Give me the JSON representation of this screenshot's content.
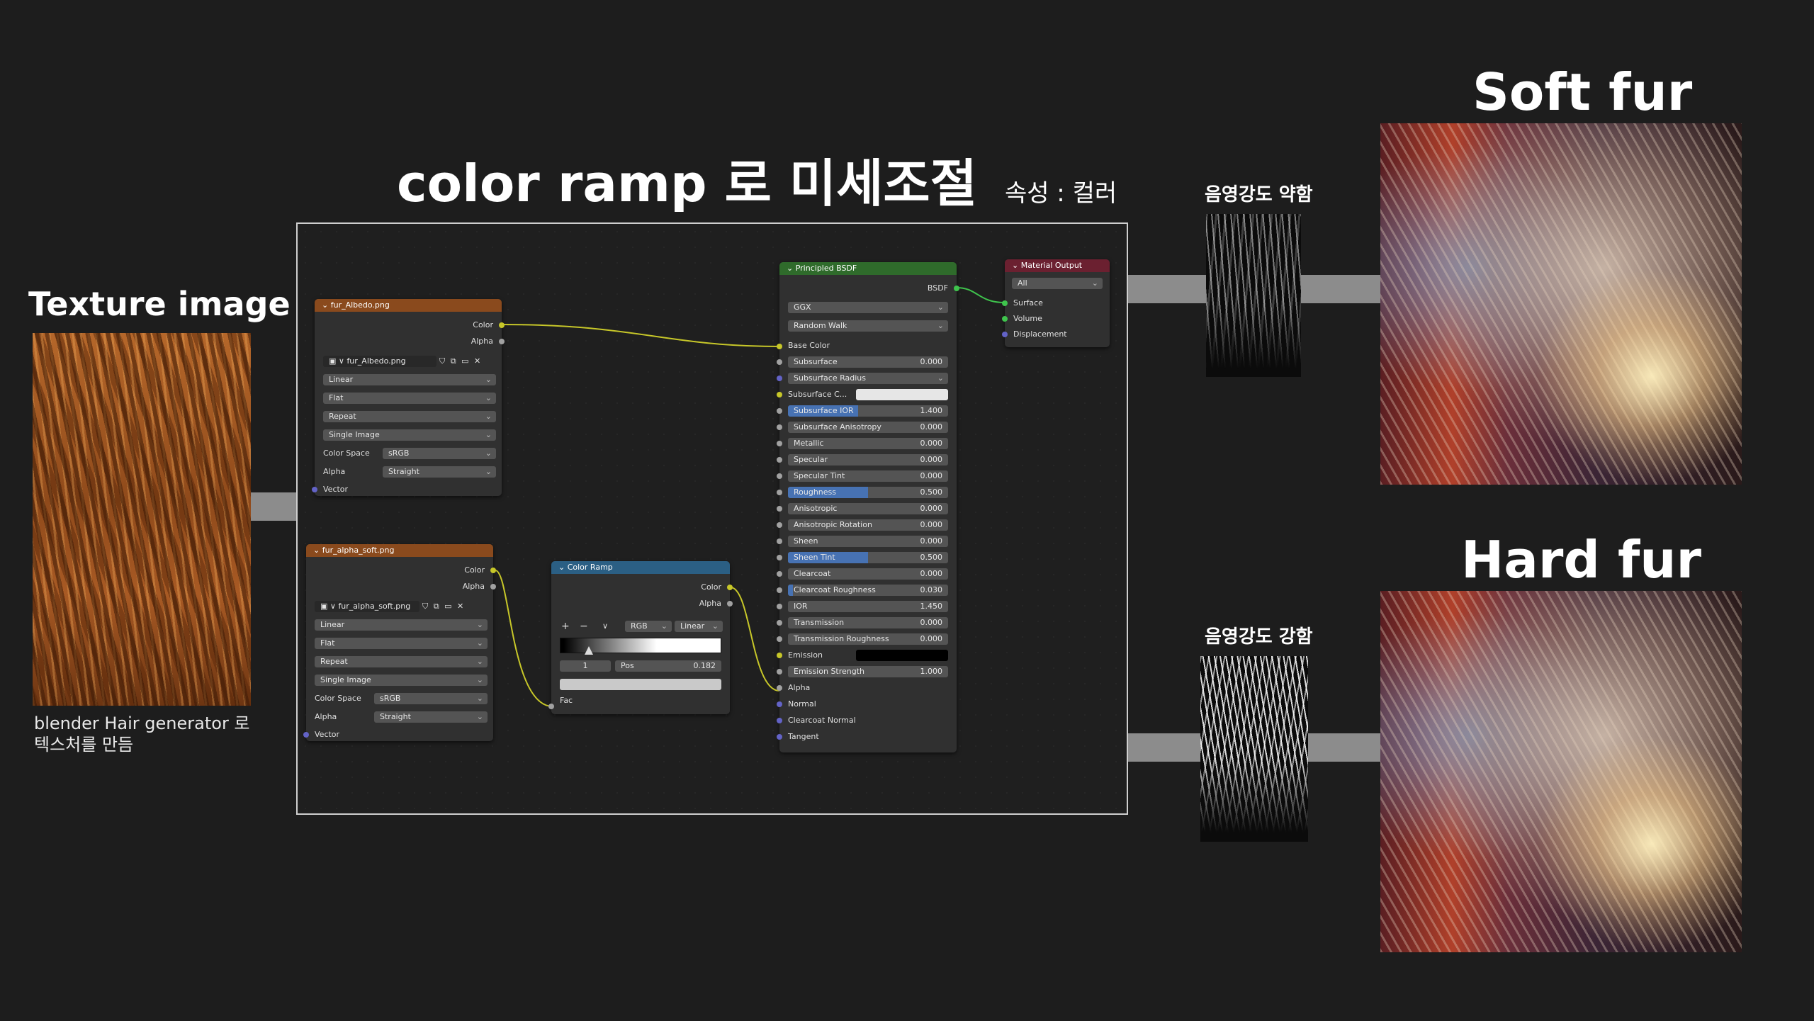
{
  "headings": {
    "main_title": "color ramp 로 미세조절",
    "main_sub": "속성 : 컬러",
    "texture_title": "Texture image",
    "texture_caption_1": "blender Hair generator 로",
    "texture_caption_2": "텍스처를 만듬",
    "mask_weak": "음영강도 약함",
    "mask_strong": "음영강도 강함",
    "soft_fur": "Soft fur",
    "hard_fur": "Hard fur"
  },
  "albedo_node": {
    "title": "fur_Albedo.png",
    "out_color": "Color",
    "out_alpha": "Alpha",
    "image_name": "fur_Albedo.png",
    "interpolation": "Linear",
    "projection": "Flat",
    "extension": "Repeat",
    "source": "Single Image",
    "color_space_label": "Color Space",
    "color_space": "sRGB",
    "alpha_label": "Alpha",
    "alpha_mode": "Straight",
    "in_vector": "Vector"
  },
  "alpha_node": {
    "title": "fur_alpha_soft.png",
    "out_color": "Color",
    "out_alpha": "Alpha",
    "image_name": "fur_alpha_soft.png",
    "interpolation": "Linear",
    "projection": "Flat",
    "extension": "Repeat",
    "source": "Single Image",
    "color_space_label": "Color Space",
    "color_space": "sRGB",
    "alpha_label": "Alpha",
    "alpha_mode": "Straight",
    "in_vector": "Vector"
  },
  "ramp_node": {
    "title": "Color Ramp",
    "out_color": "Color",
    "out_alpha": "Alpha",
    "add": "+",
    "remove": "−",
    "menu": "∨",
    "color_mode": "RGB",
    "interp": "Linear",
    "stop_index": "1",
    "pos_label": "Pos",
    "pos_value": "0.182",
    "stop_position": 0.182,
    "in_fac": "Fac"
  },
  "bsdf_node": {
    "title": "Principled BSDF",
    "out_bsdf": "BSDF",
    "distribution": "GGX",
    "subsurface_method": "Random Walk",
    "base_color": "Base Color",
    "subsurface_radius": "Subsurface Radius",
    "subsurface_color": "Subsurface C...",
    "emission": "Emission",
    "alpha": "Alpha",
    "normal": "Normal",
    "clearcoat_normal": "Clearcoat Normal",
    "tangent": "Tangent",
    "params": [
      {
        "label": "Subsurface",
        "value": "0.000",
        "fill": 0
      },
      {
        "label": "Subsurface IOR",
        "value": "1.400",
        "fill": 0.44
      },
      {
        "label": "Subsurface Anisotropy",
        "value": "0.000",
        "fill": 0
      },
      {
        "label": "Metallic",
        "value": "0.000",
        "fill": 0
      },
      {
        "label": "Specular",
        "value": "0.000",
        "fill": 0
      },
      {
        "label": "Specular Tint",
        "value": "0.000",
        "fill": 0
      },
      {
        "label": "Roughness",
        "value": "0.500",
        "fill": 0.5
      },
      {
        "label": "Anisotropic",
        "value": "0.000",
        "fill": 0
      },
      {
        "label": "Anisotropic Rotation",
        "value": "0.000",
        "fill": 0
      },
      {
        "label": "Sheen",
        "value": "0.000",
        "fill": 0
      },
      {
        "label": "Sheen Tint",
        "value": "0.500",
        "fill": 0.5
      },
      {
        "label": "Clearcoat",
        "value": "0.000",
        "fill": 0
      },
      {
        "label": "Clearcoat Roughness",
        "value": "0.030",
        "fill": 0.03
      },
      {
        "label": "IOR",
        "value": "1.450",
        "fill": 0
      },
      {
        "label": "Transmission",
        "value": "0.000",
        "fill": 0
      },
      {
        "label": "Transmission Roughness",
        "value": "0.000",
        "fill": 0
      }
    ],
    "emission_strength_label": "Emission Strength",
    "emission_strength_value": "1.000"
  },
  "output_node": {
    "title": "Material Output",
    "target": "All",
    "surface": "Surface",
    "volume": "Volume",
    "displacement": "Displacement"
  },
  "colors": {
    "background": "#1d1d1d",
    "image_node_header": "#8a4a1d",
    "shader_node_header": "#2f6b2b",
    "converter_node_header": "#2b5f84",
    "output_node_header": "#6b2030",
    "slider_fill": "#4772b3",
    "color_socket": "#c7c729",
    "float_socket": "#a1a1a1",
    "vector_socket": "#6363c7",
    "shader_socket": "#3fc44d"
  }
}
